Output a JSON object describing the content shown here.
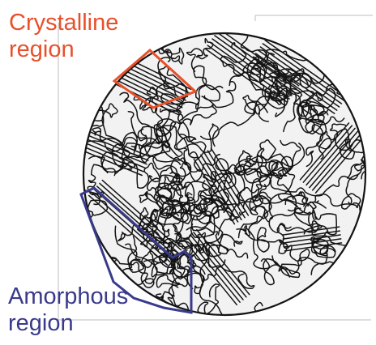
{
  "labels": {
    "crystalline_line1": "Crystalline",
    "crystalline_line2": "region",
    "amorphous_line1": "Amorphous",
    "amorphous_line2": "region"
  },
  "colors": {
    "crystalline": "#e8502a",
    "amorphous": "#3a3a8c",
    "chains": "#141414",
    "circle_fill": "#f2f2f2",
    "frame": "#b8b8b8"
  }
}
